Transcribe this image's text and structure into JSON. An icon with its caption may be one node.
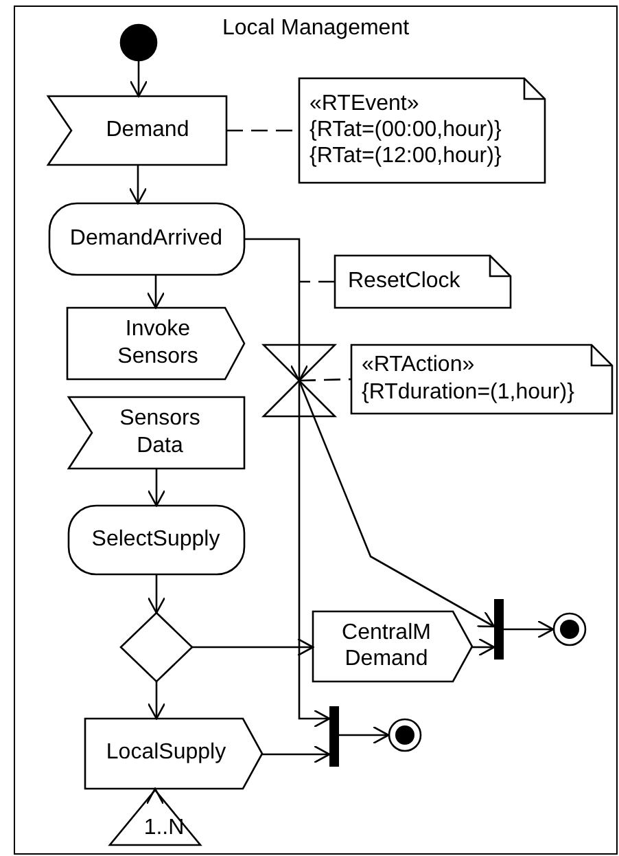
{
  "diagram": {
    "nodes": [
      {
        "text": [
          "Local Management"
        ]
      },
      {
        "text": [],
        "shape": "circle",
        "in": 0
      },
      {
        "text": [
          "Demand"
        ],
        "in": 0
      },
      {
        "text": [
          "«RTEvent»",
          "{RTat=(00:00,hour)}",
          "{RTat=(12:00,hour)}"
        ],
        "in": 0
      },
      {
        "text": [
          "DemandArrived"
        ],
        "in": 0
      },
      {
        "text": [
          "ResetClock"
        ],
        "in": 0
      },
      {
        "text": [
          "Invoke Sensors"
        ],
        "in": 0
      },
      {
        "text": [],
        "shape": "hourglass",
        "in": 0
      },
      {
        "text": [
          "«RTAction»",
          "{RTduration=(1,hour)}"
        ],
        "in": 0
      },
      {
        "text": [
          "Sensors Data"
        ],
        "in": 0
      },
      {
        "text": [
          "SelectSupply"
        ],
        "in": 0
      },
      {
        "text": [],
        "shape": "diamond",
        "in": 0
      },
      {
        "text": [
          "CentralM Demand"
        ],
        "in": 0
      },
      {
        "text": [],
        "shape": "bar",
        "in": 0
      },
      {
        "text": [],
        "shape": "circle",
        "in": 0
      },
      {
        "text": [],
        "shape": "bar",
        "in": 0
      },
      {
        "text": [],
        "shape": "circle",
        "in": 0
      },
      {
        "text": [
          "LocalSupply"
        ],
        "in": 0
      },
      {
        "text": [
          "1..N"
        ],
        "in": 0
      }
    ],
    "edges": [
      {
        "from": 1,
        "to": 2,
        "arrow": "to"
      },
      {
        "from": 2,
        "to": 3,
        "arrow": "none",
        "style": "dashed"
      },
      {
        "from": 2,
        "to": 4,
        "arrow": "to"
      },
      {
        "from": 4,
        "to": 7,
        "arrow": "to"
      },
      {
        "from": 5,
        "to": null,
        "arrow": "none",
        "style": "dashed"
      },
      {
        "from": 4,
        "to": 6,
        "arrow": "to"
      },
      {
        "from": 7,
        "to": 8,
        "arrow": "none",
        "style": "dashed"
      },
      {
        "from": 9,
        "to": 10,
        "arrow": "to"
      },
      {
        "from": 10,
        "to": 11,
        "arrow": "to"
      },
      {
        "from": 11,
        "to": 12,
        "arrow": "to"
      },
      {
        "from": 11,
        "to": 17,
        "arrow": "to"
      },
      {
        "from": 7,
        "to": 13,
        "arrow": "to"
      },
      {
        "from": 12,
        "to": 13,
        "arrow": "to"
      },
      {
        "from": 13,
        "to": 14,
        "arrow": "to"
      },
      {
        "from": 7,
        "to": 15,
        "arrow": "to"
      },
      {
        "from": 17,
        "to": 15,
        "arrow": "to"
      },
      {
        "from": 15,
        "to": 16,
        "arrow": "to"
      },
      {
        "from": 18,
        "to": 17,
        "arrow": "to"
      }
    ]
  }
}
